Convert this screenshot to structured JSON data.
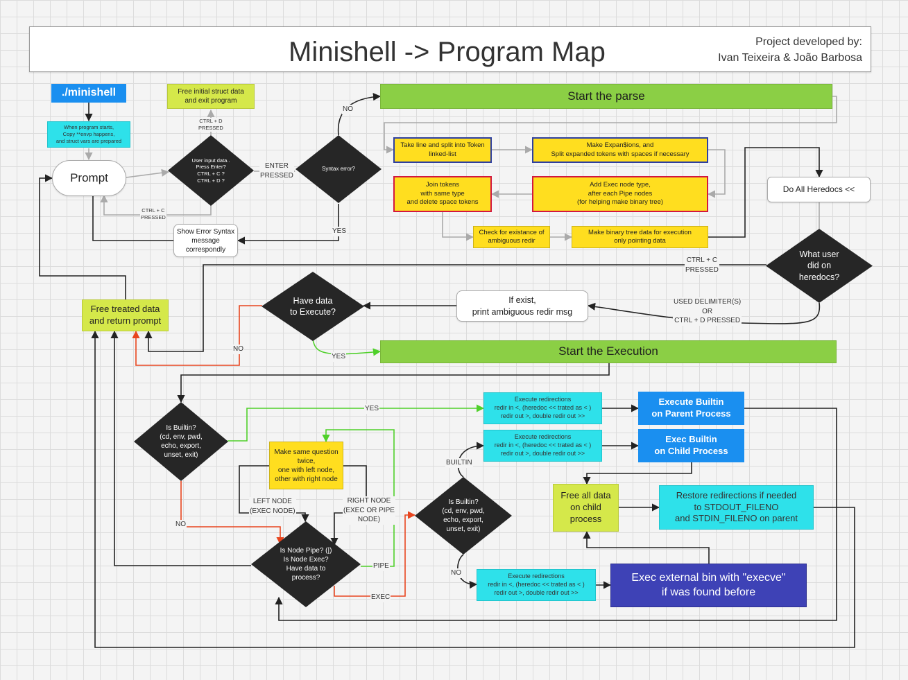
{
  "header": {
    "title": "Minishell -> Program Map",
    "credits_line1": "Project developed by:",
    "credits_line2": "Ivan Teixeira & João Barbosa"
  },
  "nodes": {
    "entry": "./minishell",
    "startup": "When program starts,\nCopy **envp happens,\nand struct vars are prepared",
    "prompt": "Prompt",
    "free_initial": "Free initial struct data\nand exit program",
    "user_input": "User input data..\nPress Enter?\nCTRL + C ?\nCTRL + D ?",
    "syntax_error": "Syntax error?",
    "show_error": "Show Error Syntax\nmessage\ncorrespondly",
    "start_parse": "Start the parse",
    "split_tokens": "Take line and split into Token\nlinked-list",
    "expansions": "Make Expan$ions, and\nSplit expanded tokens with spaces if necessary",
    "join_tokens": "Join tokens\nwith same type\nand delete space tokens",
    "add_exec": "Add Exec node type,\nafter each Pipe nodes\n(for helping make binary tree)",
    "check_ambiguous": "Check for existance of\nambiguous redir",
    "binary_tree": "Make binary tree data for execution\nonly pointing data",
    "do_heredocs": "Do All Heredocs <<",
    "heredoc_question": "What user\ndid on\nheredocs?",
    "print_ambiguous": "If exist,\nprint ambiguous redir msg",
    "have_data": "Have data\nto Execute?",
    "free_treated": "Free treated data\nand return prompt",
    "start_exec": "Start the Execution",
    "is_builtin_1": "Is Builtin?\n(cd, env, pwd,\necho, export,\nunset, exit)",
    "exec_redir_1": "Execute redirections\nredir in <, (heredoc << trated as < )\nredir out >, double redir out >>",
    "exec_builtin_parent": "Execute Builtin\non Parent Process",
    "exec_redir_2": "Execute redirections\nredir in <, (heredoc << trated as < )\nredir out >, double redir out >>",
    "exec_builtin_child": "Exec Builtin\non Child Process",
    "same_question": "Make same question\ntwice,\none with left node,\nother with right node",
    "is_builtin_2": "Is Builtin?\n(cd, env, pwd,\necho, export,\nunset, exit)",
    "free_child": "Free all data\non child\nprocess",
    "restore_redir": "Restore redirections if needed\nto STDOUT_FILENO\nand STDIN_FILENO on parent",
    "node_pipe": "Is Node Pipe? (|)\nIs Node Exec?\nHave data to\nprocess?",
    "exec_redir_3": "Execute redirections\nredir in <, (heredoc << trated as < )\nredir out >, double redir out >>",
    "execve": "Exec external bin with \"execve\"\nif was found before"
  },
  "edge_labels": {
    "ctrl_d": "CTRL + D\nPRESSED",
    "enter": "ENTER\nPRESSED",
    "ctrl_c": "CTRL + C\nPRESSED",
    "no_parse": "NO",
    "yes_syntax": "YES",
    "heredoc_ctrl_c": "CTRL + C\nPRESSED",
    "used_delim": "USED DELIMITER(S)\nOR\nCTRL + D PRESSED",
    "no_data": "NO",
    "yes_data": "YES",
    "yes_builtin": "YES",
    "no_builtin": "NO",
    "left_node": "LEFT NODE\n(EXEC NODE)",
    "right_node": "RIGHT NODE\n(EXEC OR PIPE\nNODE)",
    "pipe": "PIPE",
    "exec": "EXEC",
    "builtin": "BUILTIN",
    "no_builtin_2": "NO"
  },
  "colors": {
    "green": "#8bcf45",
    "lime": "#d5e84a",
    "cyan": "#2ee1ea",
    "blue": "#1a8ff0",
    "royal": "#3e42b6",
    "yellow": "#ffde1f",
    "dark": "#262626",
    "red": "#e8451e",
    "bright_green": "#4fd02a"
  }
}
